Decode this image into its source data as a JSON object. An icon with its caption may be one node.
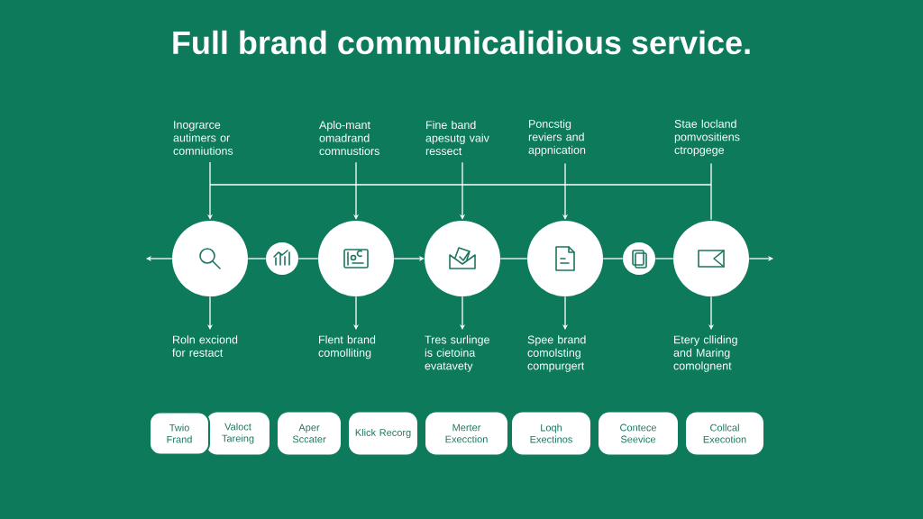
{
  "diagram": {
    "title": "Full brand communicalidious service.",
    "nodes": [
      {
        "text": [
          "Inograrce autimers or comniutions"
        ]
      },
      {
        "text": [
          "Aplo-mant omadrand comnustiors"
        ]
      },
      {
        "text": [
          "Fine band apesutg vaiv ressect"
        ]
      },
      {
        "text": [
          "Poncstig reviers and appnication"
        ]
      },
      {
        "text": [
          "Stae locland pomvositiens ctropgege"
        ]
      },
      {
        "text": [],
        "shape": "circle"
      },
      {
        "text": [],
        "shape": "circle"
      },
      {
        "text": [],
        "shape": "circle"
      },
      {
        "text": [],
        "shape": "circle"
      },
      {
        "text": [],
        "shape": "circle"
      },
      {
        "text": [],
        "shape": "circle"
      },
      {
        "text": [],
        "shape": "circle"
      },
      {
        "text": [
          "Roln exciond for restact"
        ]
      },
      {
        "text": [
          "Flent brand comolliting"
        ]
      },
      {
        "text": [
          "Tres surlinge is cietoina evatavety"
        ]
      },
      {
        "text": [
          "Spee brand comolsting compurgert"
        ]
      },
      {
        "text": [
          "Etery clliding and Maring comolgnent"
        ]
      },
      {
        "text": [
          "Twio Frand"
        ]
      },
      {
        "text": [
          "Valoct Tareing"
        ]
      },
      {
        "text": [
          "Aper Sccater"
        ]
      },
      {
        "text": [
          "Klick Recorg"
        ]
      },
      {
        "text": [
          "Merter Execction"
        ]
      },
      {
        "text": [
          "Loqh Exectinos"
        ]
      },
      {
        "text": [
          "Contece Seevice"
        ]
      },
      {
        "text": [
          "Collcal Execotion"
        ]
      }
    ],
    "edges": [
      {
        "from": 0,
        "to": 5,
        "arrow": "to"
      },
      {
        "from": 1,
        "to": 7,
        "arrow": "to"
      },
      {
        "from": 2,
        "to": 8,
        "arrow": "to"
      },
      {
        "from": 3,
        "to": 9,
        "arrow": "to"
      },
      {
        "from": 4,
        "to": 11,
        "arrow": "none"
      },
      {
        "from": 5,
        "to": null,
        "arrow": "to"
      },
      {
        "from": 5,
        "to": 6,
        "arrow": "none"
      },
      {
        "from": 6,
        "to": 7,
        "arrow": "none"
      },
      {
        "from": 7,
        "to": 8,
        "arrow": "to"
      },
      {
        "from": 8,
        "to": 9,
        "arrow": "none"
      },
      {
        "from": 9,
        "to": 10,
        "arrow": "none"
      },
      {
        "from": 10,
        "to": 11,
        "arrow": "none"
      },
      {
        "from": 11,
        "to": null,
        "arrow": "to"
      },
      {
        "from": 5,
        "to": 12,
        "arrow": "to"
      },
      {
        "from": 7,
        "to": 13,
        "arrow": "to"
      },
      {
        "from": 8,
        "to": 14,
        "arrow": "to"
      },
      {
        "from": 9,
        "to": 15,
        "arrow": "to"
      },
      {
        "from": 11,
        "to": 16,
        "arrow": "to"
      }
    ]
  }
}
